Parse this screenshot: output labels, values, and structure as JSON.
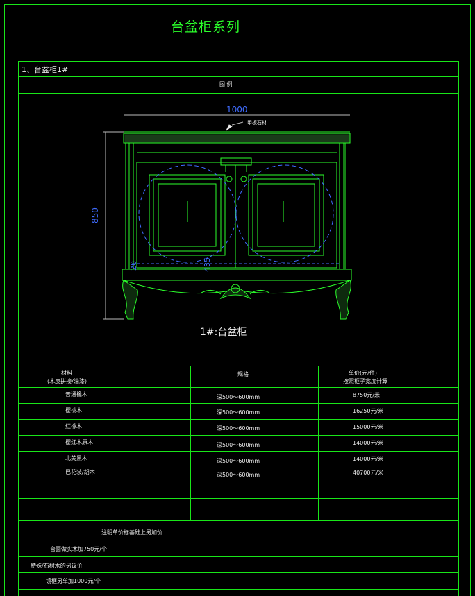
{
  "page": {
    "title": "台盆柜系列"
  },
  "section": {
    "heading": "1、台盆柜1#",
    "figure_label": "图 例"
  },
  "drawing": {
    "width_dim": "1000",
    "height_dim": "850",
    "dim_a": "20",
    "dim_b": "435",
    "top_note": "甲板石材",
    "caption": "1#:台盆柜"
  },
  "table": {
    "headers": {
      "material_line1": "材料",
      "material_line2": "(木皮拼接/油漆)",
      "spec": "规格",
      "price_line1": "单价(元/件)",
      "price_line2": "按照柜子宽度计算"
    },
    "rows": [
      {
        "material": "普通橡木",
        "spec": "深500～600mm",
        "price": "8750元/米"
      },
      {
        "material": "樱桃木",
        "spec": "深500～600mm",
        "price": "16250元/米"
      },
      {
        "material": "红橡木",
        "spec": "深500～600mm",
        "price": "15000元/米"
      },
      {
        "material": "樱红木原木",
        "spec": "深500～600mm",
        "price": "14000元/米"
      },
      {
        "material": "北美黑木",
        "spec": "深500～600mm",
        "price": "14000元/米"
      },
      {
        "material": "巴花装/胡木",
        "spec": "深500～600mm",
        "price": "40700元/米"
      }
    ],
    "notes": [
      "注明单价标基础上另加价",
      "台面做实木加750元/个",
      "特殊/石材木的另议价",
      "镜框另单加1000元/个"
    ]
  },
  "colors": {
    "frame": "#19e619",
    "drawing_line": "#2bff2b",
    "dimension": "#3f6cff",
    "text": "#e8e8e8"
  }
}
